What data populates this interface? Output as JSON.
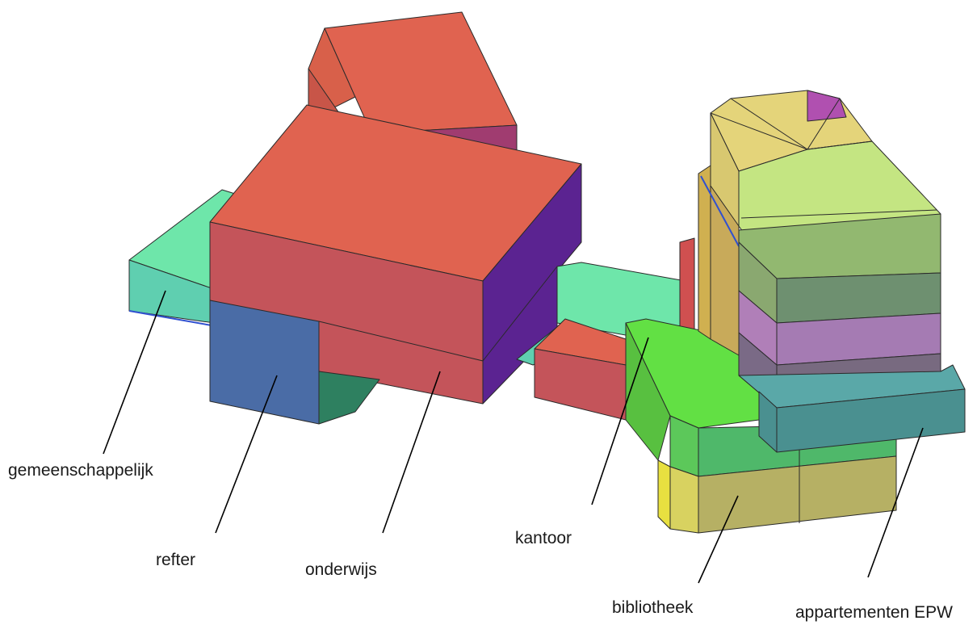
{
  "labels": {
    "gemeenschappelijk": "gemeenschappelijk",
    "refter": "refter",
    "onderwijs": "onderwijs",
    "kantoor": "kantoor",
    "bibliotheek": "bibliotheek",
    "appartementen": "appartementen EPW"
  },
  "colors": {
    "onderwijs_top": "#e06350",
    "onderwijs_front": "#c4545a",
    "onderwijs_side": "#5b2391",
    "refter": "#4a6ca6",
    "gemeenschappelijk": "#6ee6aa",
    "bibliotheek_top": "#62e044",
    "bibliotheek_lower": "#b6b064",
    "appartementen_top": "#e4d47a",
    "appartementen_green": "#c4e582",
    "appartementen_pink": "#a57bb3",
    "appartementen_teal": "#4a9090"
  }
}
